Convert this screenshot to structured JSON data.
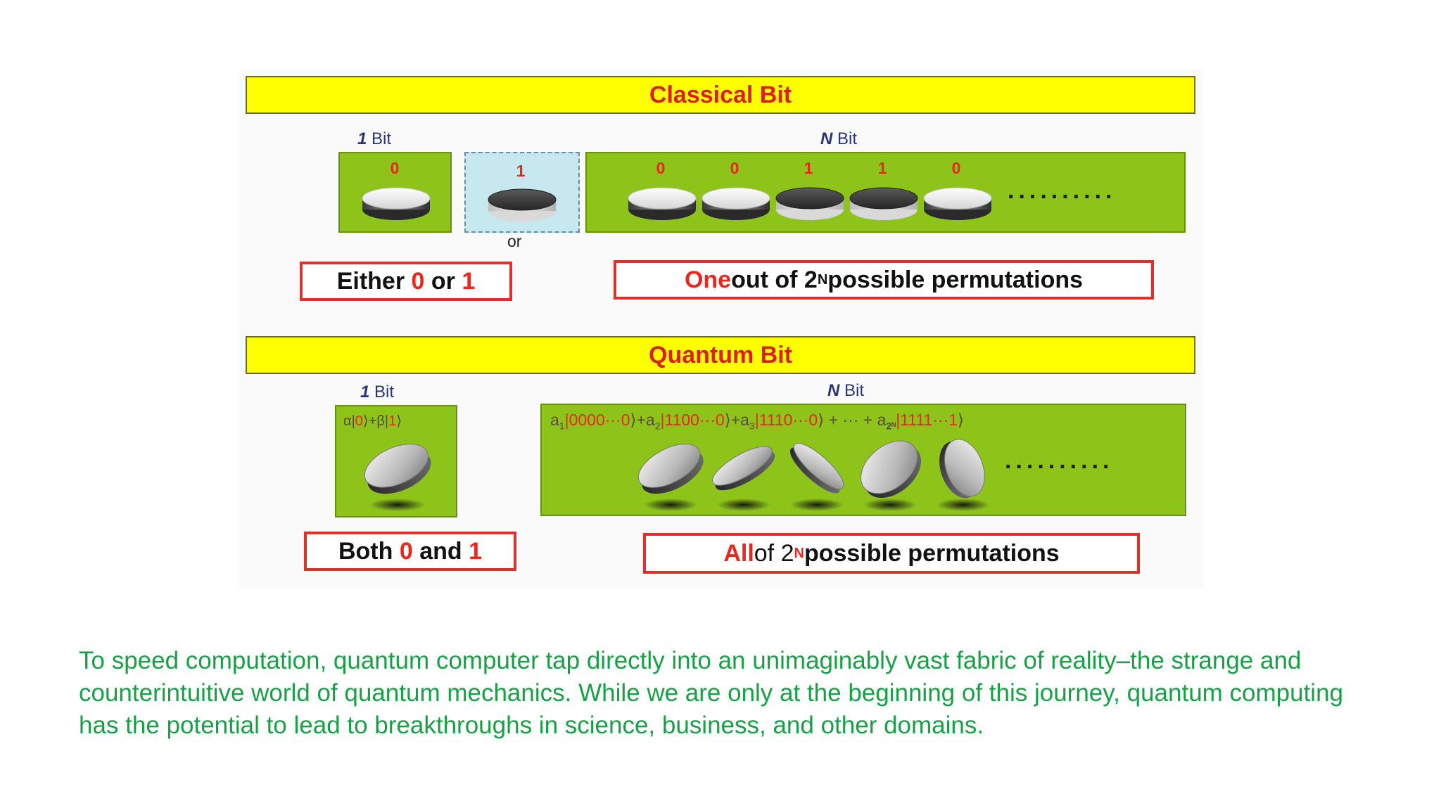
{
  "classical": {
    "title": "Classical Bit",
    "one_bit_n": "1",
    "one_bit_word": "Bit",
    "n_bit_n": "N",
    "n_bit_word": "Bit",
    "single_digits": [
      "0",
      "1"
    ],
    "or_label": "or",
    "n_digits": [
      "0",
      "0",
      "1",
      "1",
      "0"
    ],
    "dots": "..........",
    "box_left": {
      "prefix": "Either ",
      "zero": "0",
      "mid": " or ",
      "one": "1"
    },
    "box_right": {
      "one": "One",
      "text1": " out of 2",
      "sup": "N",
      "text2": " possible permutations"
    }
  },
  "quantum": {
    "title": "Quantum Bit",
    "one_bit_n": "1",
    "one_bit_word": "Bit",
    "n_bit_n": "N",
    "n_bit_word": "Bit",
    "single_formula": {
      "a": "α|",
      "z": "0",
      "b": "⟩+β|",
      "o": "1",
      "c": "⟩"
    },
    "n_formula": {
      "p1": "a",
      "s1": "1",
      "k1": "|0000···0",
      "p2": "⟩+a",
      "s2": "2",
      "k2": "|1100···0",
      "p3": "⟩+a",
      "s3": "3",
      "k3": "|1110···0",
      "p4": "⟩ + ··· + a",
      "s4": "2ᴺ",
      "k4": "|1111···1",
      "p5": "⟩"
    },
    "dots": "..........",
    "box_left": {
      "prefix": "Both ",
      "zero": "0",
      "mid": " and ",
      "one": "1"
    },
    "box_right": {
      "all": "All",
      "text1": " of 2",
      "sup": "N",
      "text2": " possible permutations"
    }
  },
  "caption": "To speed computation, quantum computer tap directly into an unimaginably vast fabric of reality–the strange and counterintuitive world of quantum mechanics. While we are only at the beginning of this journey, quantum computing has the potential to lead to breakthroughs in science, business, and other domains.",
  "colors": {
    "banner": "#ffff00",
    "banner_text": "#d8211d",
    "panel_green": "#8ec31a",
    "accent_red": "#e8281f",
    "caption_green": "#19a047"
  }
}
